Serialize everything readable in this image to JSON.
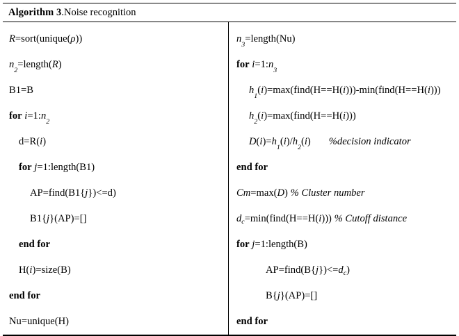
{
  "header": {
    "algorithm_label": "Algorithm 3",
    "title_separator": ".",
    "title": " Noise recognition",
    "full_caption": "Algorithm 3. Noise recognition"
  },
  "style": {
    "border_color": "#000000",
    "text_color": "#000000",
    "background": "#ffffff"
  },
  "pseudocode": {
    "left_column": [
      {
        "id": "l1",
        "indent": 0,
        "text": "R=sort(unique(ρ))"
      },
      {
        "id": "l2",
        "indent": 0,
        "text": "n2=length(R)"
      },
      {
        "id": "l3",
        "indent": 0,
        "text": "B1=B"
      },
      {
        "id": "l4",
        "indent": 0,
        "text": "for i=1:n2"
      },
      {
        "id": "l5",
        "indent": 1,
        "text": "d=R(i)"
      },
      {
        "id": "l6",
        "indent": 1,
        "text": "for j=1:length(B1)"
      },
      {
        "id": "l7",
        "indent": 2,
        "text": "AP=find(B1{j})<=d)"
      },
      {
        "id": "l8",
        "indent": 2,
        "text": "B1{j}(AP)=[]"
      },
      {
        "id": "l9",
        "indent": 1,
        "text": "end for"
      },
      {
        "id": "l10",
        "indent": 1,
        "text": "H(i)=size(B)"
      },
      {
        "id": "l11",
        "indent": 0,
        "text": "end for"
      },
      {
        "id": "l12",
        "indent": 0,
        "text": "Nu=unique(H)"
      }
    ],
    "right_column": [
      {
        "id": "r1",
        "indent": 0,
        "text": "n3=length(Nu)"
      },
      {
        "id": "r2",
        "indent": 0,
        "text": "for i=1:n3"
      },
      {
        "id": "r3",
        "indent": 1,
        "text": "h1(i)=max(find(H==H(i)))-min(find(H==H(i)))"
      },
      {
        "id": "r4",
        "indent": 1,
        "text": "h2(i)=max(find(H==H(i)))"
      },
      {
        "id": "r5",
        "indent": 1,
        "text": "D(i)=h1(i)/h2(i)     %decision indicator"
      },
      {
        "id": "r6",
        "indent": 0,
        "text": "end for"
      },
      {
        "id": "r7",
        "indent": 0,
        "text": "Cm=max(D) % Cluster number"
      },
      {
        "id": "r8",
        "indent": 0,
        "text": "dc=min(find(H==H(i))) % Cutoff distance"
      },
      {
        "id": "r9",
        "indent": 0,
        "text": "for j=1:length(B)"
      },
      {
        "id": "r10",
        "indent": 2,
        "text": "AP=find(B{j})<=dc)"
      },
      {
        "id": "r11",
        "indent": 2,
        "text": "B{j}(AP)=[]"
      },
      {
        "id": "r12",
        "indent": 0,
        "text": "end for"
      }
    ],
    "comments": [
      "%decision indicator",
      "% Cluster number",
      "% Cutoff distance"
    ],
    "keywords": [
      "for",
      "end for"
    ],
    "variables": [
      "R",
      "n2",
      "n3",
      "B1",
      "B",
      "i",
      "j",
      "d",
      "dc",
      "H",
      "Nu",
      "h1",
      "h2",
      "D",
      "Cm",
      "AP",
      "ρ"
    ]
  }
}
